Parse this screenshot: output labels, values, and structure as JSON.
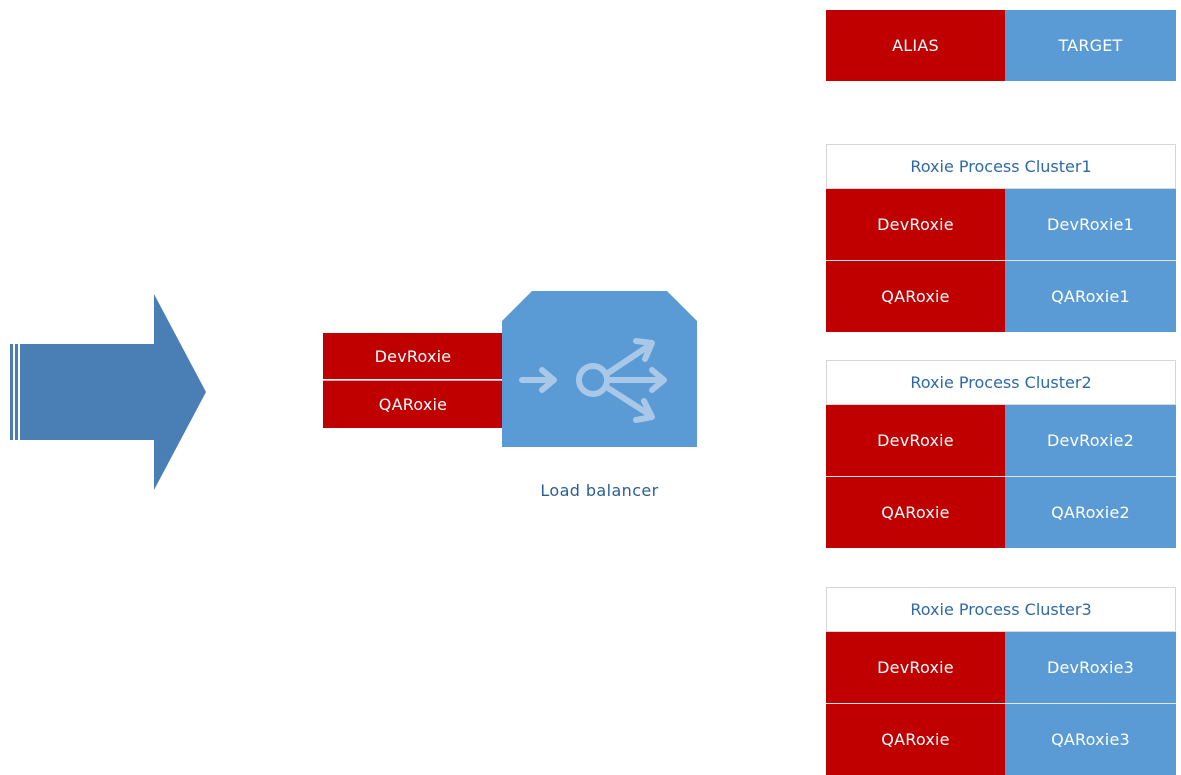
{
  "legend": {
    "alias": "ALIAS",
    "target": "TARGET"
  },
  "load_balancer": {
    "caption": "Load balancer",
    "aliases": [
      "DevRoxie",
      "QARoxie"
    ]
  },
  "clusters": [
    {
      "title": "Roxie Process Cluster1",
      "rows": [
        {
          "alias": "DevRoxie",
          "target": "DevRoxie1"
        },
        {
          "alias": "QARoxie",
          "target": "QARoxie1"
        }
      ]
    },
    {
      "title": "Roxie Process Cluster2",
      "rows": [
        {
          "alias": "DevRoxie",
          "target": "DevRoxie2"
        },
        {
          "alias": "QARoxie",
          "target": "QARoxie2"
        }
      ]
    },
    {
      "title": "Roxie Process Cluster3",
      "rows": [
        {
          "alias": "DevRoxie",
          "target": "DevRoxie3"
        },
        {
          "alias": "QARoxie",
          "target": "QARoxie3"
        }
      ]
    }
  ],
  "colors": {
    "alias": "#c00000",
    "target": "#5b9bd5",
    "arrow": "#4a7fb5",
    "title_text": "#2e6aa6"
  }
}
